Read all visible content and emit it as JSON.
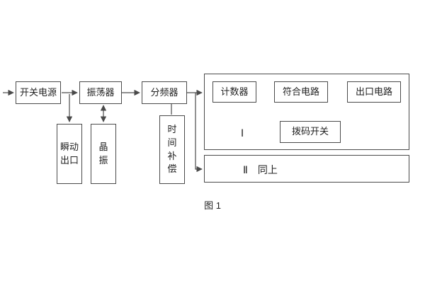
{
  "figure": {
    "caption": "图 1",
    "blocks": {
      "power": "开关电源",
      "oscillator": "振荡器",
      "divider": "分频器",
      "counter": "计数器",
      "coincidence": "符合电路",
      "output": "出口电路",
      "dip_switch": "拨码开关",
      "instant_output": "瞬动\n出口",
      "crystal": "晶\n振",
      "time_comp": "时\n间\n补\n偿",
      "group1_label": "Ⅰ",
      "group2_label": "Ⅱ　同上"
    },
    "line_color": "#4a4a4a"
  }
}
